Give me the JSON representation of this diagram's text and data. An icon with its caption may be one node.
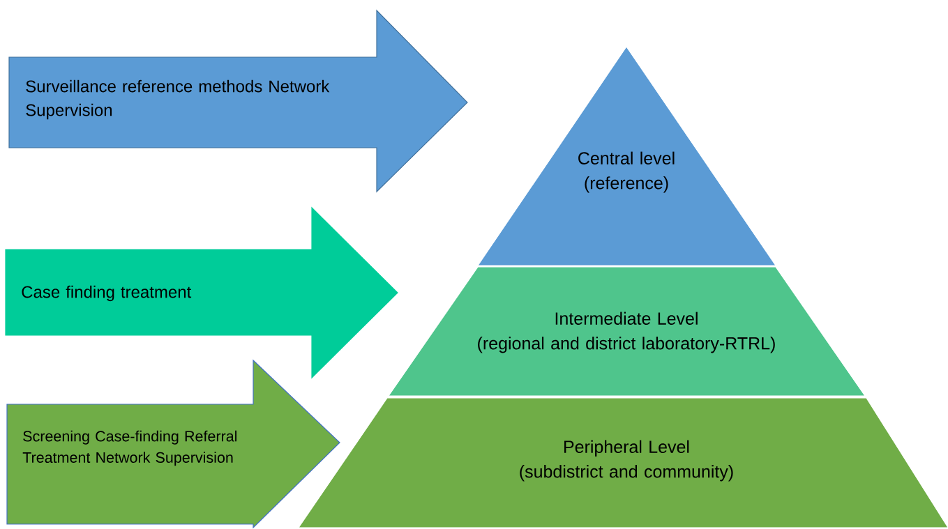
{
  "diagram": {
    "nodes": [
      {
        "text": [
          "Surveillance reference methods Network Supervision"
        ]
      },
      {
        "text": [
          "Case finding treatment"
        ]
      },
      {
        "text": [
          "Screening Case-finding Referral Treatment Network Supervision"
        ]
      },
      {
        "text": [
          "Central level (reference)"
        ]
      },
      {
        "text": [
          "Intermediate Level",
          "(regional and district laboratory-RTRL)"
        ]
      },
      {
        "text": [
          "Peripheral Level",
          "(subdistrict and community)"
        ]
      }
    ]
  }
}
